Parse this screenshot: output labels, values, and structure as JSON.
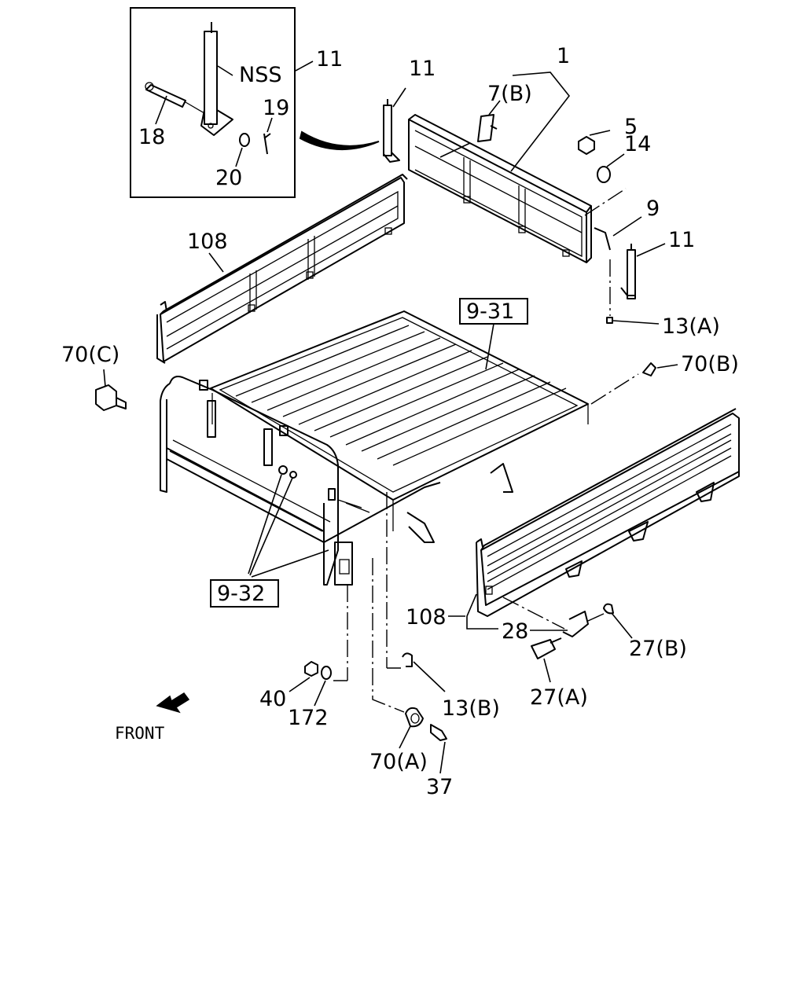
{
  "labels": {
    "nss": "NSS",
    "l11_inset": "11",
    "l11_top": "11",
    "l11_right": "11",
    "l1": "1",
    "l7b": "7(B)",
    "l5": "5",
    "l14": "14",
    "l9": "9",
    "l18": "18",
    "l19": "19",
    "l20": "20",
    "l108_left": "108",
    "l108_right": "108",
    "l9_31": "9-31",
    "l9_32": "9-32",
    "l13a": "13(A)",
    "l13b": "13(B)",
    "l70a": "70(A)",
    "l70b": "70(B)",
    "l70c": "70(C)",
    "l28": "28",
    "l27a": "27(A)",
    "l27b": "27(B)",
    "l40": "40",
    "l172": "172",
    "l37": "37",
    "front": "FRONT"
  }
}
